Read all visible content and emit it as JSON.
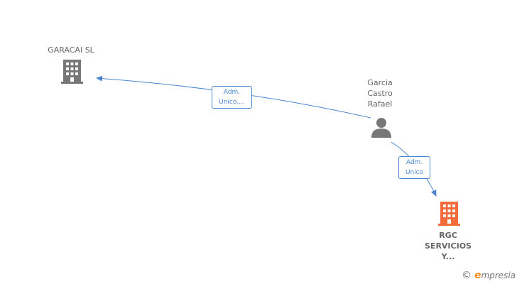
{
  "nodes": {
    "garacai": {
      "label": "GARACAI  SL",
      "color": "#777777"
    },
    "person": {
      "label": "Garcia\nCastro\nRafael",
      "color": "#777777"
    },
    "rgc": {
      "label": "RGC\nSERVICIOS\nY...",
      "color": "#f26b3a"
    }
  },
  "edges": {
    "person_to_garacai": {
      "label": "Adm.\nUnico,..."
    },
    "person_to_rgc": {
      "label": "Adm.\nUnico"
    }
  },
  "colors": {
    "edge": "#4a86cf"
  },
  "brand": {
    "copyright": "©",
    "e": "e",
    "rest": "mpresia"
  }
}
